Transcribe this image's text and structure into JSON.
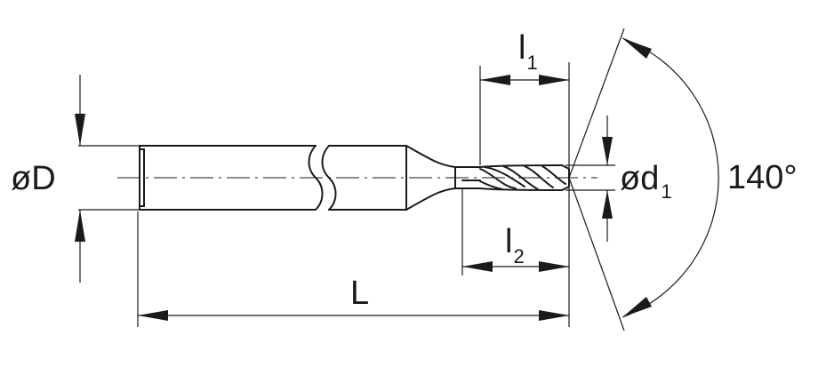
{
  "labels": {
    "shank_diameter": "øD",
    "tip_diameter_prefix": "ød",
    "tip_diameter_sub": "1",
    "flute_length_prefix": "l",
    "flute_length_sub": "1",
    "neck_length_prefix": "l",
    "neck_length_sub": "2",
    "overall_length": "L",
    "point_angle": "140°"
  },
  "colors": {
    "line": "#1a1a1a",
    "background": "#ffffff"
  }
}
